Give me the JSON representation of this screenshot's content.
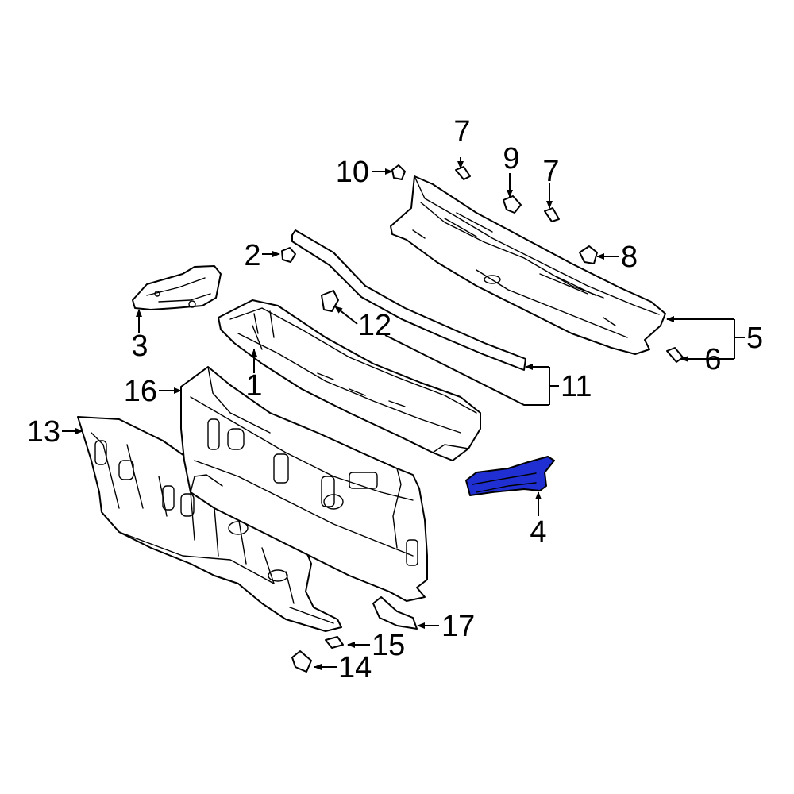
{
  "diagram": {
    "highlight_color": "#1f2fd1",
    "highlighted_part": "4",
    "callouts": {
      "c1": "1",
      "c2": "2",
      "c3": "3",
      "c4": "4",
      "c5": "5",
      "c6": "6",
      "c7a": "7",
      "c7b": "7",
      "c8": "8",
      "c9": "9",
      "c10": "10",
      "c11": "11",
      "c12": "12",
      "c13": "13",
      "c14": "14",
      "c15": "15",
      "c16": "16",
      "c17": "17"
    }
  }
}
